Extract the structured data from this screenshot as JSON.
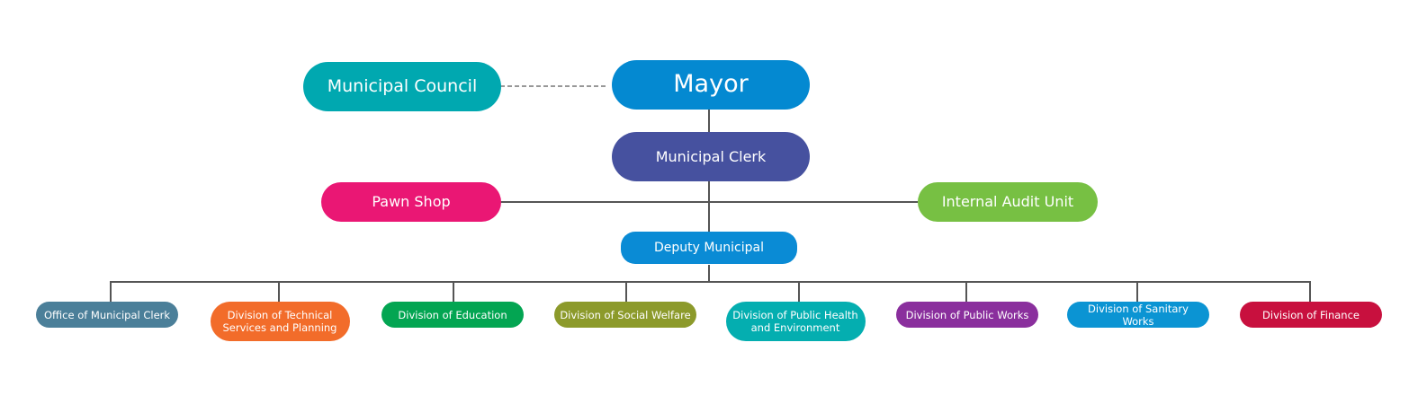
{
  "nodes": {
    "mayor": {
      "label": "Mayor",
      "color": "#0489d1"
    },
    "council": {
      "label": "Municipal Council",
      "color": "#00a8b0"
    },
    "clerk": {
      "label": "Municipal Clerk",
      "color": "#46519f"
    },
    "pawn_shop": {
      "label": "Pawn Shop",
      "color": "#ea1774"
    },
    "audit": {
      "label": "Internal Audit Unit",
      "color": "#77c043"
    },
    "deputy": {
      "label": "Deputy Municipal",
      "color": "#0a8bd5"
    }
  },
  "divisions": [
    {
      "label": "Office of Municipal Clerk",
      "color": "#4b7f99"
    },
    {
      "label": "Division of Technical Services and Planning",
      "color": "#f26c2a"
    },
    {
      "label": "Division of Education",
      "color": "#03a552"
    },
    {
      "label": "Division of Social Welfare",
      "color": "#8c9a2b"
    },
    {
      "label": "Division of Public Health and Environment",
      "color": "#04aeb0"
    },
    {
      "label": "Division of Public Works",
      "color": "#8a2f9d"
    },
    {
      "label": "Division of Sanitary Works",
      "color": "#0b94d3"
    },
    {
      "label": "Division of Finance",
      "color": "#c8103e"
    }
  ],
  "connectors": {
    "line_color": "#555555",
    "council_link": "dashed"
  }
}
